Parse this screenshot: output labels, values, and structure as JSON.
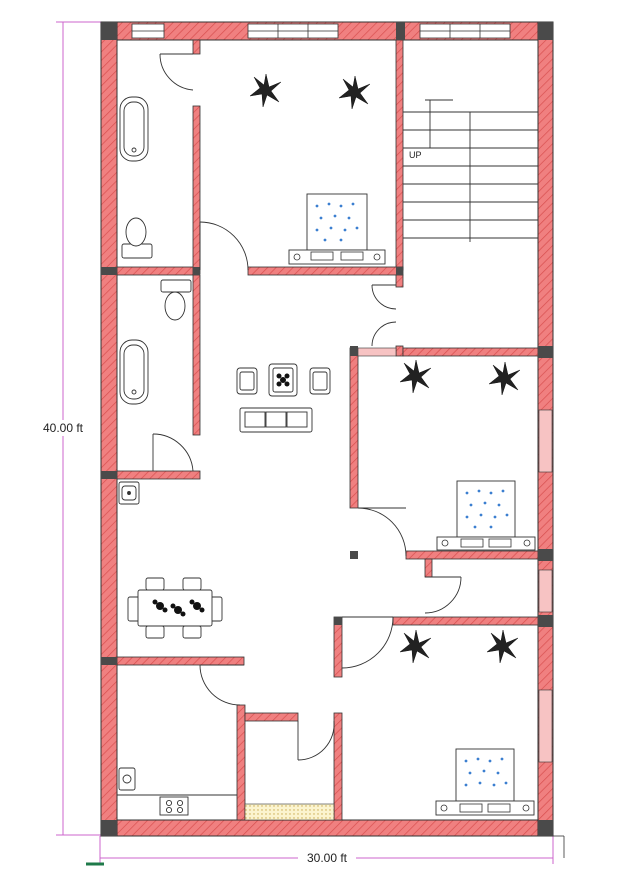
{
  "dimensions": {
    "height_label": "40.00 ft",
    "width_label": "30.00 ft"
  },
  "stair": {
    "label": "UP"
  },
  "colors": {
    "wall_fill": "#f08080",
    "wall_hatch": "#d84f4f",
    "dimension_line": "#cc66cc",
    "line": "#333333",
    "bed_dots": "#3b7fd0",
    "column": "#4a4a4a",
    "sill": "#f4e79a"
  }
}
